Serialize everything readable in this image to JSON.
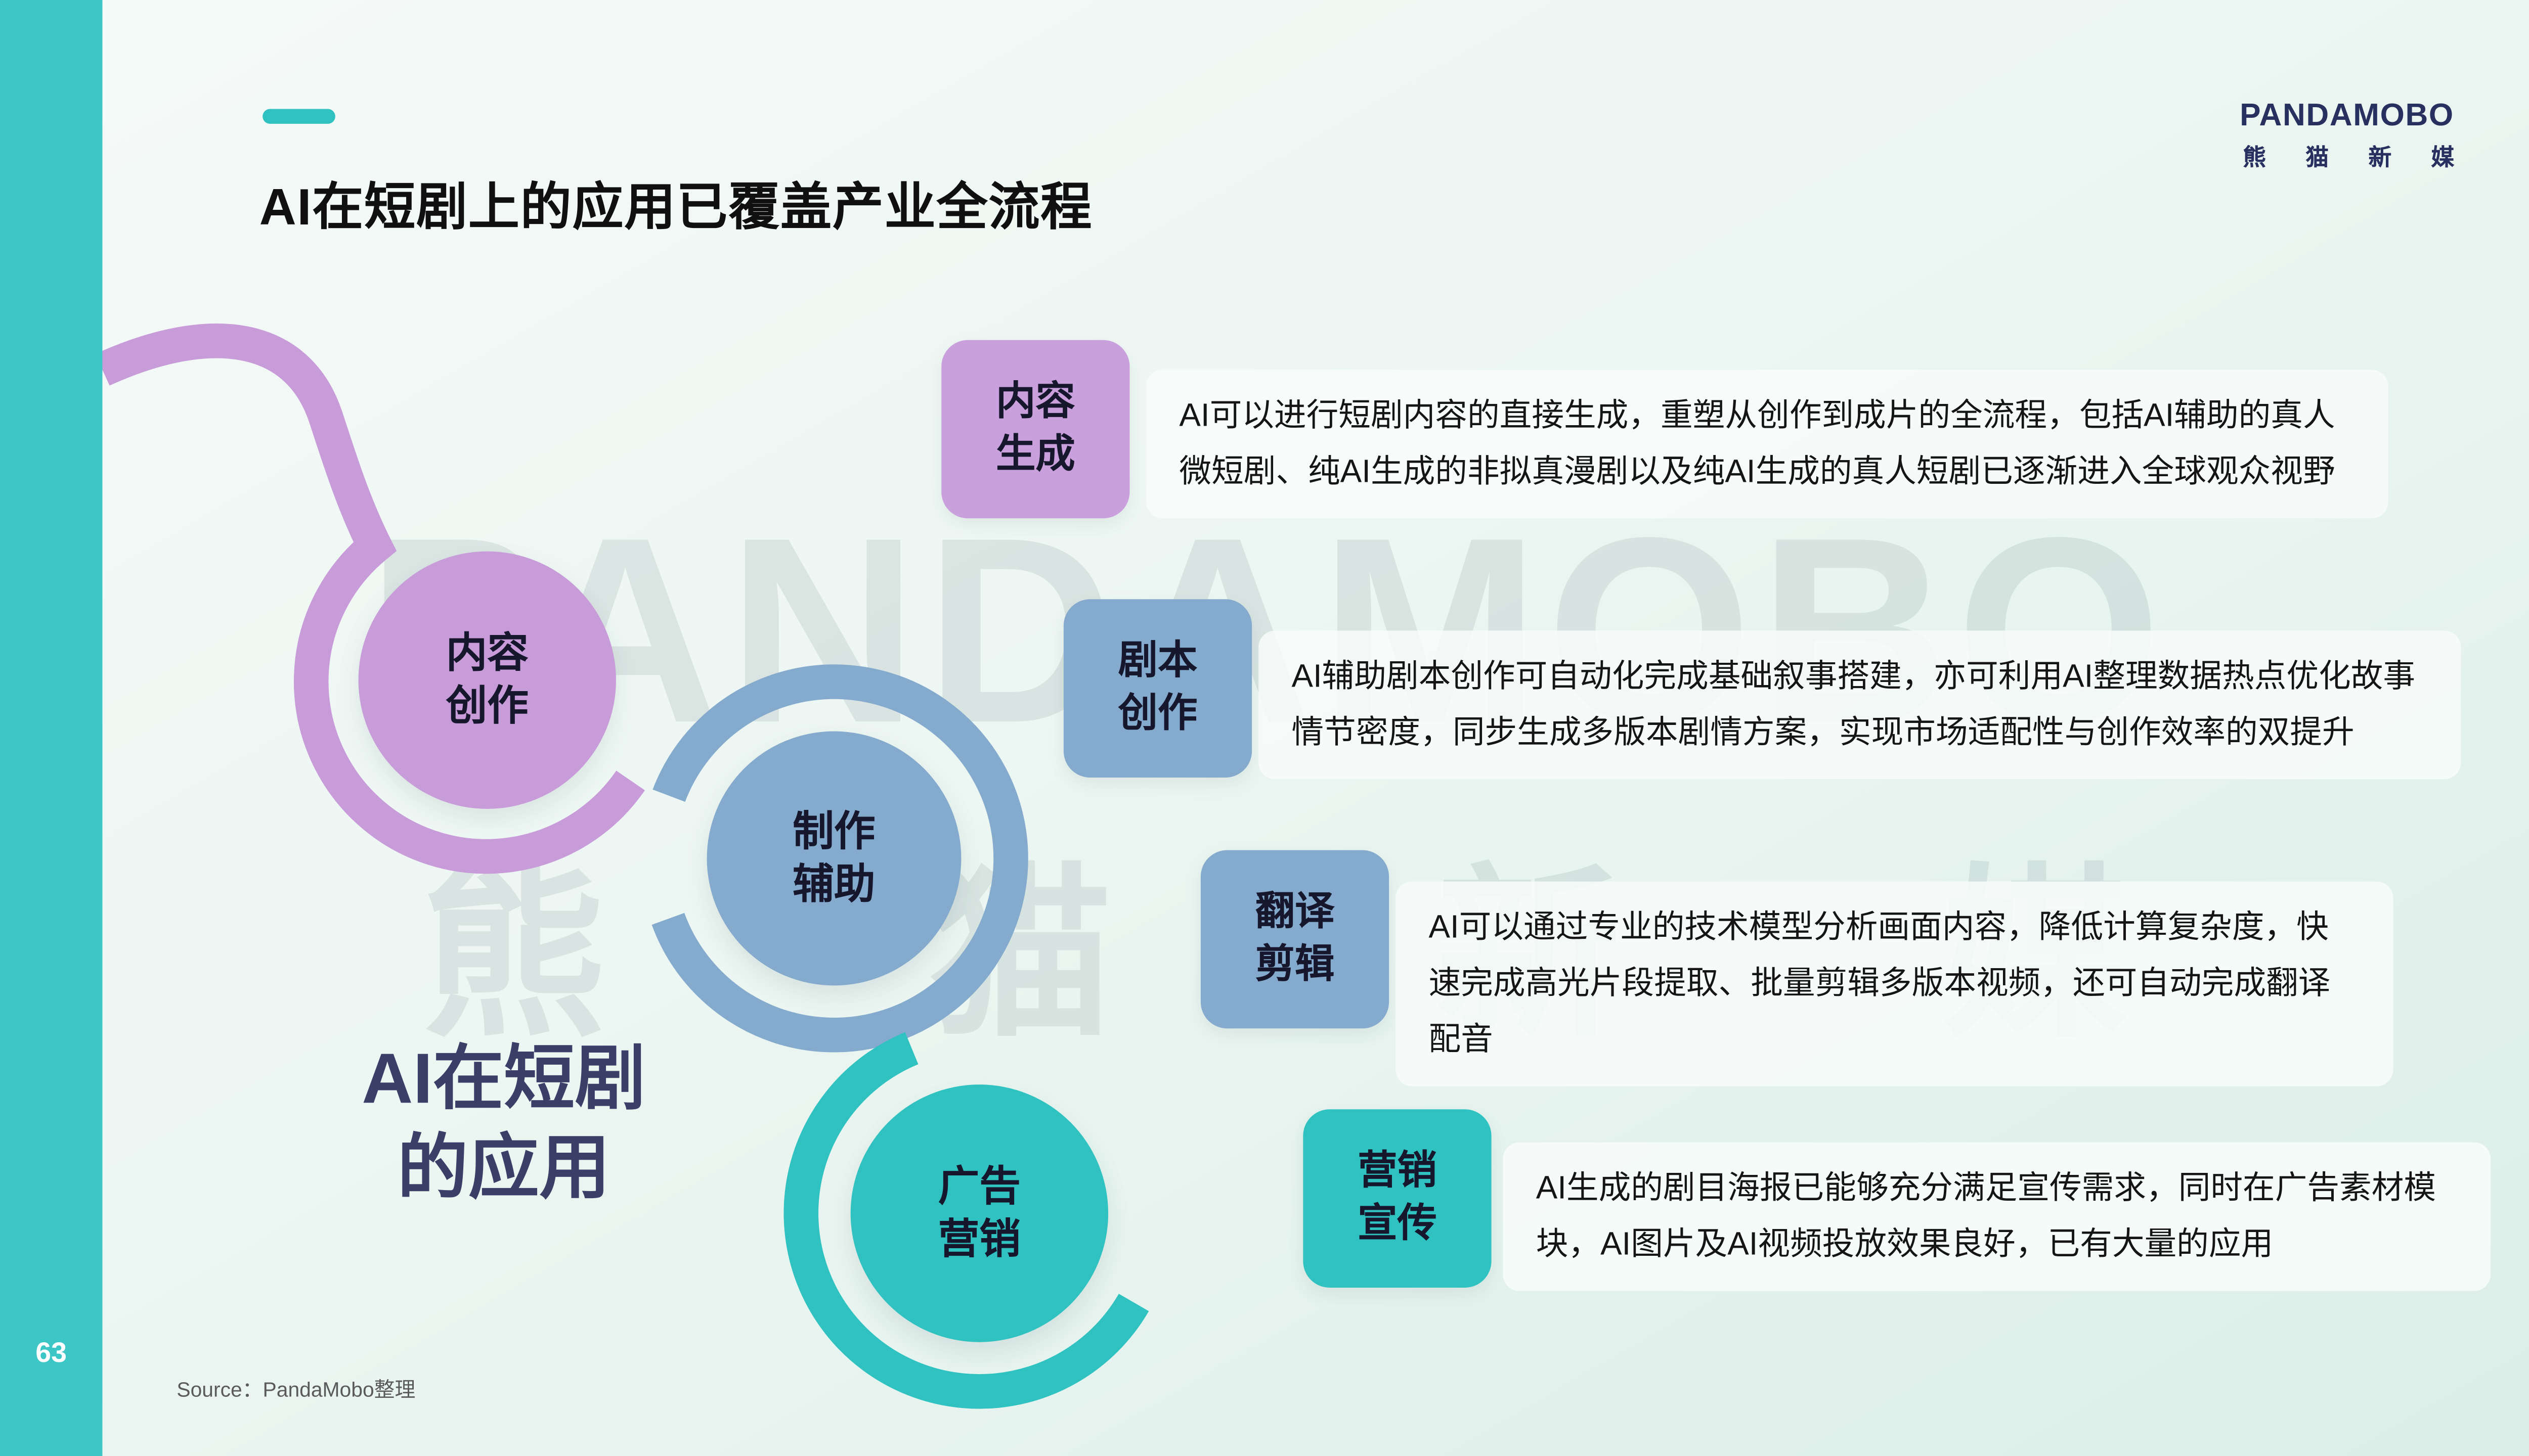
{
  "slide": {
    "title": "AI在短剧上的应用已覆盖产业全流程",
    "page_number": "63",
    "source": "Source：PandaMobo整理"
  },
  "logo": {
    "en": "PANDAMOBO",
    "cn": "熊猫新媒"
  },
  "watermark": {
    "en": "PANDAMOBO",
    "cn": "熊猫新媒"
  },
  "diagram": {
    "center_label": "AI在短剧\n的应用",
    "nodes": [
      {
        "label": "内容\n创作",
        "color": "#c89bd9"
      },
      {
        "label": "制作\n辅助",
        "color": "#84aacd"
      },
      {
        "label": "广告\n营销",
        "color": "#2fc2c0"
      }
    ]
  },
  "rows": [
    {
      "tag": "内容\n生成",
      "tag_color": "#c9a0dc",
      "desc": "AI可以进行短剧内容的直接生成，重塑从创作到成片的全流程，包括AI辅助的真人微短剧、纯AI生成的非拟真漫剧以及纯AI生成的真人短剧已逐渐进入全球观众视野"
    },
    {
      "tag": "剧本\n创作",
      "tag_color": "#84aacd",
      "desc": "AI辅助剧本创作可自动化完成基础叙事搭建，亦可利用AI整理数据热点优化故事情节密度，同步生成多版本剧情方案，实现市场适配性与创作效率的双提升"
    },
    {
      "tag": "翻译\n剪辑",
      "tag_color": "#84aacd",
      "desc": "AI可以通过专业的技术模型分析画面内容，降低计算复杂度，快速完成高光片段提取、批量剪辑多版本视频，还可自动完成翻译配音"
    },
    {
      "tag": "营销\n宣传",
      "tag_color": "#2fc2c0",
      "desc": "AI生成的剧目海报已能够充分满足宣传需求，同时在广告素材模块，AI图片及AI视频投放效果良好，已有大量的应用"
    }
  ],
  "colors": {
    "sidebar": "#3cc6c6",
    "accent_teal": "#2fc2c1",
    "purple": "#c89bd9",
    "blue": "#84aacd",
    "title_text": "#101010",
    "center_label_text": "#3a3f68"
  }
}
